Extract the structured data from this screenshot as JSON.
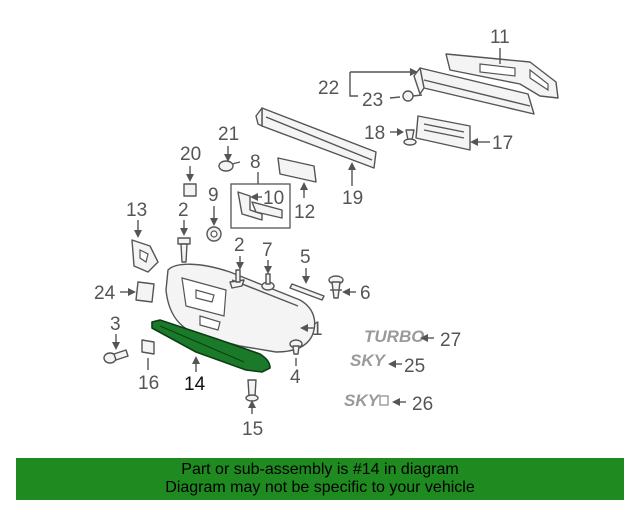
{
  "colors": {
    "banner_background": "#1f8a1f",
    "highlight_part": "#1a7a2a",
    "line_art": "#555555"
  },
  "callouts": {
    "c1": "1",
    "c2a": "2",
    "c2b": "2",
    "c3": "3",
    "c4": "4",
    "c5": "5",
    "c6": "6",
    "c7": "7",
    "c8": "8",
    "c9": "9",
    "c10": "10",
    "c11": "11",
    "c12": "12",
    "c13": "13",
    "c14": "14",
    "c15": "15",
    "c16": "16",
    "c17": "17",
    "c18": "18",
    "c19": "19",
    "c20": "20",
    "c21": "21",
    "c22": "22",
    "c23": "23",
    "c24": "24",
    "c25": "25",
    "c26": "26",
    "c27": "27"
  },
  "badges": {
    "turbo": "TURBO",
    "sky_a": "SKY",
    "sky_b": "SKY"
  },
  "highlighted_part": "14",
  "banner": {
    "line1": "Part or sub-assembly is #14 in diagram",
    "line2": "Diagram may not be specific to your vehicle"
  }
}
